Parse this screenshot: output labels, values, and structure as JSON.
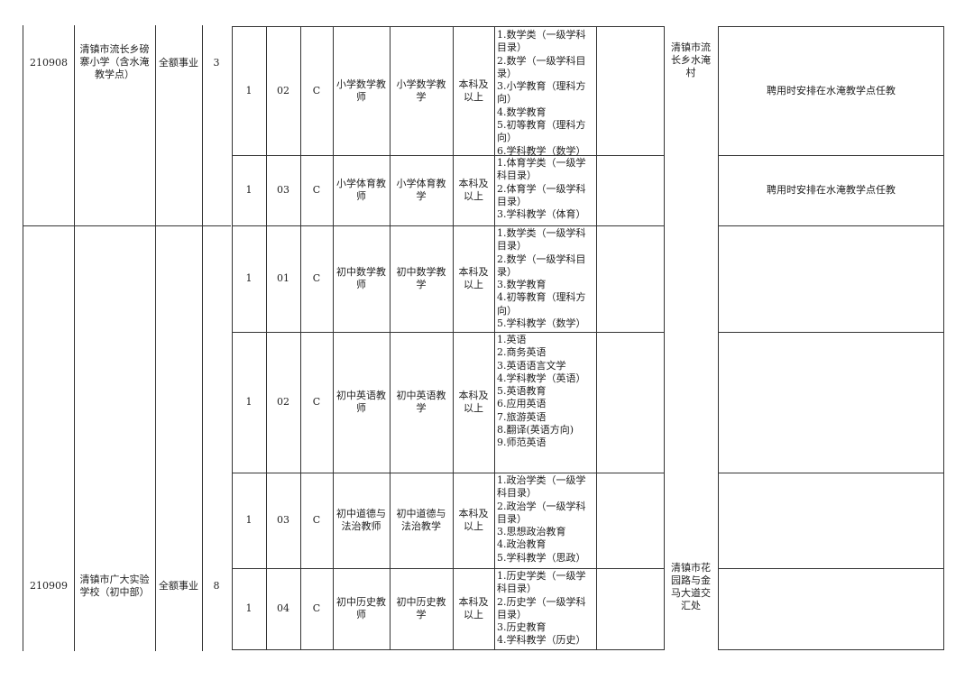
{
  "units": [
    {
      "code": "210908",
      "name": "清镇市流长乡磅寨小学（含水淹教学点）",
      "type": "全额事业",
      "count": "3",
      "location": "清镇市流长乡水淹村",
      "posts": [
        {
          "num": "1",
          "code": "02",
          "cat": "C",
          "title": "小学数学教师",
          "subject": "小学数学教学",
          "edu": "本科及以上",
          "majors": [
            "1.数学类（一级学科目录）",
            "2.数学（一级学科目录）",
            "3.小学教育（理科方向）",
            "4.数学教育",
            "5.初等教育（理科方向）",
            "6.学科教学（数学）"
          ],
          "note": "聘用时安排在水淹教学点任教"
        },
        {
          "num": "1",
          "code": "03",
          "cat": "C",
          "title": "小学体育教师",
          "subject": "小学体育教学",
          "edu": "本科及以上",
          "majors": [
            "1.体育学类（一级学科目录）",
            "2.体育学（一级学科目录）",
            "3.学科教学（体育）"
          ],
          "note": "聘用时安排在水淹教学点任教"
        }
      ]
    },
    {
      "code": "210909",
      "name": "清镇市广大实验学校（初中部）",
      "type": "全额事业",
      "count": "8",
      "location": "清镇市花园路与金马大道交汇处",
      "posts": [
        {
          "num": "1",
          "code": "01",
          "cat": "C",
          "title": "初中数学教师",
          "subject": "初中数学教学",
          "edu": "本科及以上",
          "majors": [
            "1.数学类（一级学科目录）",
            "2.数学（一级学科目录）",
            "3.数学教育",
            "4.初等教育（理科方向）",
            "5.学科教学（数学）"
          ],
          "note": ""
        },
        {
          "num": "1",
          "code": "02",
          "cat": "C",
          "title": "初中英语教师",
          "subject": "初中英语教学",
          "edu": "本科及以上",
          "majors": [
            "1.英语",
            "2.商务英语",
            "3.英语语言文学",
            "4.学科教学（英语）",
            "5.英语教育",
            "6.应用英语",
            "7.旅游英语",
            "8.翻译(英语方向)",
            "9.师范英语"
          ],
          "note": ""
        },
        {
          "num": "1",
          "code": "03",
          "cat": "C",
          "title": "初中道德与法治教师",
          "subject": "初中道德与法治教学",
          "edu": "本科及以上",
          "majors": [
            "1.政治学类（一级学科目录）",
            "2.政治学（一级学科目录）",
            "3.思想政治教育",
            "4.政治教育",
            "5.学科教学（思政）"
          ],
          "note": ""
        },
        {
          "num": "1",
          "code": "04",
          "cat": "C",
          "title": "初中历史教师",
          "subject": "初中历史教学",
          "edu": "本科及以上",
          "majors": [
            "1.历史学类（一级学科目录）",
            "2.历史学（一级学科目录）",
            "3.历史教育",
            "4.学科教学（历史）"
          ],
          "note": ""
        }
      ]
    }
  ]
}
